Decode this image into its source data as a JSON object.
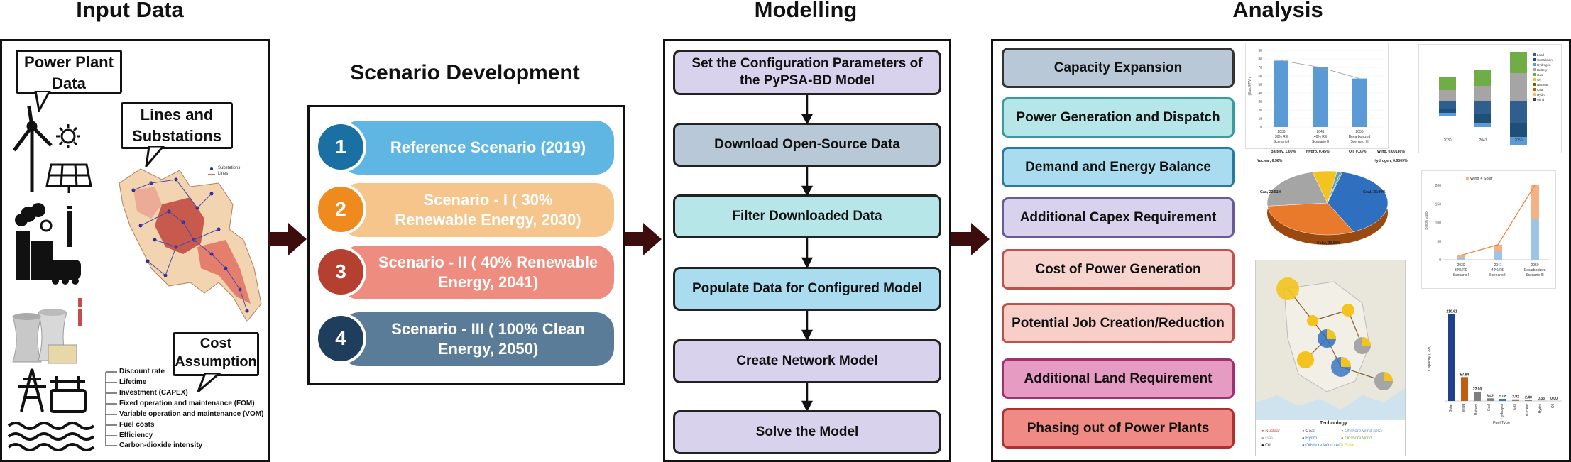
{
  "titles": {
    "input": "Input Data",
    "scenario": "Scenario Development",
    "modelling": "Modelling",
    "analysis": "Analysis"
  },
  "input": {
    "power_plant": "Power Plant Data",
    "lines": "Lines and Substations",
    "cost": "Cost Assumption",
    "map_legend": [
      "Substations",
      "Lines"
    ],
    "cost_items": [
      "Discount rate",
      "Lifetime",
      "Investment (CAPEX)",
      "Fixed operation and maintenance (FOM)",
      "Variable operation and maintenance (VOM)",
      "Fuel costs",
      "Efficiency",
      "Carbon-dioxide intensity"
    ]
  },
  "scenarios": [
    {
      "num": "1",
      "label": "Reference Scenario (2019)",
      "circle": "#1a6fa3",
      "pill": "#5fb6e3"
    },
    {
      "num": "2",
      "label": "Scenario - I ( 30% Renewable Energy, 2030)",
      "circle": "#ef8a1e",
      "pill": "#f6c58b"
    },
    {
      "num": "3",
      "label": "Scenario - II ( 40% Renewable Energy, 2041)",
      "circle": "#b5402f",
      "pill": "#ef8c80"
    },
    {
      "num": "4",
      "label": "Scenario - III ( 100% Clean Energy, 2050)",
      "circle": "#1f3d5c",
      "pill": "#5a7c99"
    }
  ],
  "modelling": [
    {
      "label": "Set the Configuration Parameters of the PyPSA-BD Model",
      "color": "#d8d2ec"
    },
    {
      "label": "Download Open-Source Data",
      "color": "#b8c8d6"
    },
    {
      "label": "Filter Downloaded Data",
      "color": "#b7e6e8"
    },
    {
      "label": "Populate Data for Configured Model",
      "color": "#aadcf0"
    },
    {
      "label": "Create Network Model",
      "color": "#d8d2ec"
    },
    {
      "label": "Solve the Model",
      "color": "#d8d2ec"
    }
  ],
  "analysis": [
    {
      "label": "Capacity Expansion",
      "color": "#b8c8d6"
    },
    {
      "label": "Power Generation and Dispatch",
      "color": "#b7e6e8"
    },
    {
      "label": "Demand and Energy Balance",
      "color": "#aadcf0"
    },
    {
      "label": "Additional Capex Requirement",
      "color": "#d8d2ec"
    },
    {
      "label": "Cost of Power Generation",
      "color": "#f8d4cf"
    },
    {
      "label": "Potential Job Creation/Reduction",
      "color": "#f7cfc8"
    },
    {
      "label": "Additional Land Requirement",
      "color": "#e59bc2"
    },
    {
      "label": "Phasing out of Power Plants",
      "color": "#ef8a85"
    }
  ],
  "thumb_bar1": {
    "years": [
      "2030",
      "2041",
      "2050"
    ],
    "sub": [
      "30% RE",
      "40% RE",
      "Decarbonized"
    ],
    "scen": [
      "Scenario I",
      "Scenario II",
      "Scenario III"
    ],
    "values": [
      78,
      70,
      57
    ],
    "ylabel": "(Euro/MWh)",
    "yticks": [
      "90",
      "80",
      "70",
      "60",
      "50",
      "40",
      "30",
      "20",
      "10",
      "0"
    ]
  },
  "thumb_pie": {
    "labels": [
      "Battery, 1.00%",
      "Hydro, 0.45%",
      "Oil, 0.03%",
      "Wind, 0.00136%",
      "Nuclear, 6.56%",
      "Hydrogen, 0.0009%",
      "Gas, 22.51%",
      "Coal, 38.90%",
      "Solar, 30.60%"
    ],
    "values": [
      38.9,
      30.6,
      22.51,
      6.56,
      1.0,
      0.45
    ],
    "colors": [
      "#2f6fc0",
      "#e97a2c",
      "#a5a5a5",
      "#f4c31f",
      "#5b9bd5",
      "#70ad47"
    ]
  },
  "thumb_stack": {
    "years": [
      "2030",
      "2041",
      "2050"
    ],
    "legend": [
      "Load",
      "Curtailment",
      "Hydrogen",
      "Battery",
      "Gas",
      "Oil",
      "Nuclear",
      "Coal",
      "Hydro",
      "Wind"
    ]
  },
  "thumb_line": {
    "legend": "Wind + Solar",
    "yticks": [
      "200",
      "150",
      "100",
      "50",
      "0"
    ],
    "ylabel": "Billion Euro",
    "years": [
      "2030",
      "2041",
      "2050"
    ],
    "sub": [
      "30% RE",
      "40% RE",
      "Decarbonized"
    ],
    "scen": [
      "Scenario I",
      "Scenario II",
      "Scenario III"
    ],
    "values": [
      12,
      40,
      205
    ]
  },
  "thumb_map": {
    "legend_title": "Technology",
    "legend": [
      "Nuclear",
      "Coal",
      "Offshore Wind (DC)",
      "Gas",
      "Hydro",
      "Onshore Wind",
      "Oil",
      "Offshore Wind (AC)",
      "Solar"
    ]
  },
  "thumb_bar2": {
    "categories": [
      "Solar",
      "Wind",
      "Battery",
      "Coal",
      "Hydrogen",
      "Gas",
      "Nuclear",
      "Hydro",
      "Oil"
    ],
    "values": [
      210.61,
      57.94,
      22.0,
      6.42,
      5.08,
      3.92,
      2.4,
      0.33,
      0.0
    ],
    "value_labels": [
      "210.61",
      "57.94",
      "22.00",
      "6.42",
      "5.08",
      "3.92",
      "2.40",
      "0.33",
      "0.00"
    ],
    "colors": [
      "#1f3f8f",
      "#c55a11",
      "#7f7f7f",
      "#7f7f7f",
      "#2e75b6",
      "#7f7f7f",
      "#7f7f7f",
      "#7f7f7f",
      "#7f7f7f"
    ],
    "ylabel": "Capacity (GW)",
    "xlabel": "Fuel Type"
  }
}
